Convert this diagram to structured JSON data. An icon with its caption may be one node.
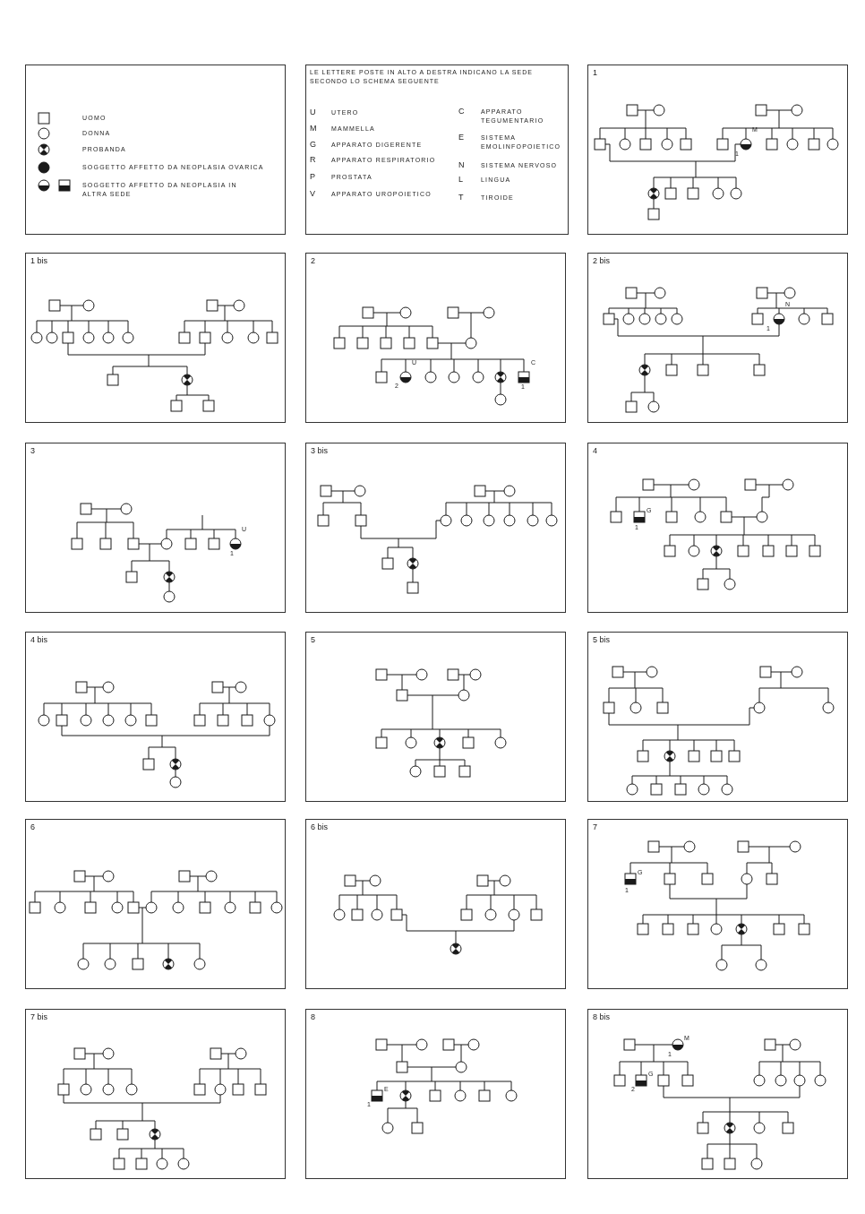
{
  "diagram": {
    "nodes": [
      {
        "text": [
          "1"
        ]
      },
      {
        "text": [
          "1 bis"
        ]
      },
      {
        "text": [
          "2"
        ]
      },
      {
        "text": [
          "2 bis"
        ]
      },
      {
        "text": [
          "3"
        ]
      },
      {
        "text": [
          "3 bis"
        ]
      },
      {
        "text": [
          "4"
        ]
      },
      {
        "text": [
          "4 bis"
        ]
      },
      {
        "text": [
          "5"
        ]
      },
      {
        "text": [
          "5 bis"
        ]
      },
      {
        "text": [
          "6"
        ]
      },
      {
        "text": [
          "6 bis"
        ]
      },
      {
        "text": [
          "7"
        ]
      },
      {
        "text": [
          "7 bis"
        ]
      },
      {
        "text": [
          "8"
        ]
      },
      {
        "text": [
          "8 bis"
        ]
      }
    ],
    "labels": [
      "LE LETTERE POSTE IN ALTO A DESTRA INDICANO LA SEDE SECONDO LO SCHEMA SEGUENTE",
      "U",
      "UTERO",
      "M",
      "MAMMELLA",
      "G",
      "APPARATO DIGERENTE",
      "R",
      "APPARATO RESPIRATORIO",
      "P",
      "PROSTATA",
      "V",
      "APPARATO UROPOIETICO",
      "C",
      "APPARATO TEGUMENTARIO",
      "E",
      "SISTEMA EMOLINFOPOIETICO",
      "N",
      "SISTEMA NERVOSO",
      "L",
      "LINGUA",
      "T",
      "TIROIDE",
      "M",
      "1",
      "U",
      "2",
      "C",
      "1",
      "N",
      "1",
      "U",
      "1",
      "G",
      "1",
      "G",
      "1",
      "E",
      "1",
      "M",
      "1",
      "G",
      "2"
    ],
    "legend": [
      {
        "text": "UOMO"
      },
      {
        "text": "DONNA"
      },
      {
        "text": "PROBANDA"
      },
      {
        "text": "SOGGETTO AFFETTO DA NEOPLASIA OVARICA"
      },
      {
        "text": "SOGGETTO AFFETTO DA NEOPLASIA IN ALTRA SEDE"
      }
    ]
  }
}
